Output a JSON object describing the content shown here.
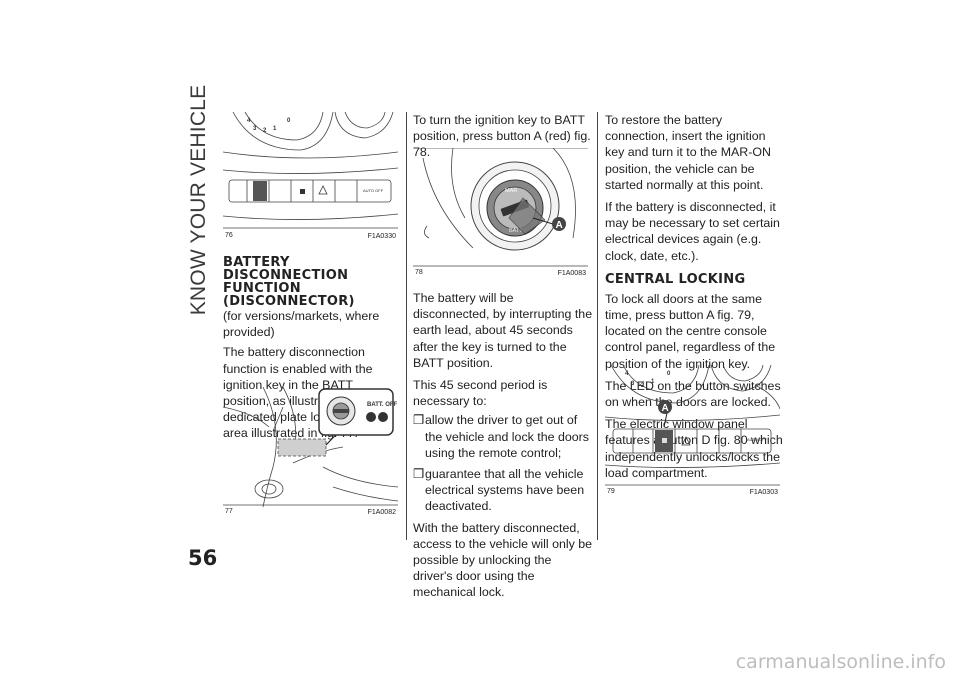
{
  "section_title": "KNOW YOUR VEHICLE",
  "page_number": "56",
  "footer": "carmanualsonline.info",
  "figures": {
    "f76": {
      "number": "76",
      "code": "F1A0330"
    },
    "f77": {
      "number": "77",
      "code": "F1A0082",
      "plate_label": "BATT. OFF"
    },
    "f78": {
      "number": "78",
      "code": "F1A0083",
      "callout": "A",
      "ring_text_top": "MAR",
      "ring_text_bottom": "BATT"
    },
    "f79": {
      "number": "79",
      "code": "F1A0303",
      "callout": "A"
    }
  },
  "panel": {
    "button_text": "AUTO OFF"
  },
  "col1": {
    "heading": "BATTERY DISCONNECTION FUNCTION (DISCONNECTOR)",
    "subnote": "(for versions/markets, where provided)",
    "para1": "The battery disconnection function is enabled with the ignition key in the BATT position, as illustrated on the dedicated plate located in the area illustrated in fig. 77."
  },
  "col2": {
    "para1": "To turn the ignition key to BATT position, press button A (red) fig. 78.",
    "para2": "The battery will be disconnected, by interrupting the earth lead, about 45 seconds after the key is turned to the BATT position.",
    "para3": "This 45 second period is necessary to:",
    "bullet_mark": "❒",
    "bullets": [
      "allow the driver to get out of the vehicle and lock the doors using the remote control;",
      "guarantee that all the vehicle electrical systems have been deactivated."
    ],
    "para4": "With the battery disconnected, access to the vehicle will only be possible by unlocking the driver's door using the mechanical lock."
  },
  "col3": {
    "para1": "To restore the battery connection, insert the ignition key and turn it to the MAR-ON position, the vehicle can be started normally at this point.",
    "para2": "If the battery is disconnected, it may be necessary to set certain electrical devices again (e.g. clock, date, etc.).",
    "heading": "CENTRAL LOCKING",
    "para3": "To lock all doors at the same time, press button A fig. 79, located on the centre console control panel, regardless of the position of the ignition key.",
    "para4": "The LED on the button switches on when the doors are locked.",
    "para5": "The electric window panel features a button D fig. 80 which independently unlocks/locks the load compartment."
  }
}
